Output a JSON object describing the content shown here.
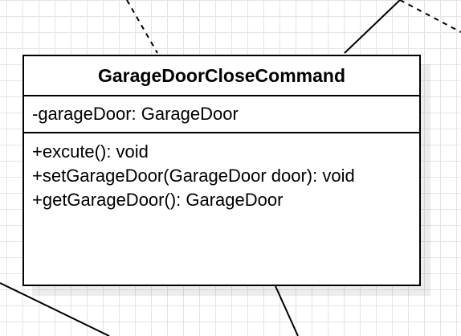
{
  "diagram": {
    "class": {
      "name": "GarageDoorCloseCommand",
      "attributes": [
        "-garageDoor: GarageDoor"
      ],
      "methods": [
        "+excute(): void",
        "+setGarageDoor(GarageDoor door): void",
        "+getGarageDoor(): GarageDoor"
      ]
    },
    "connectors": [
      {
        "style": "dashed"
      },
      {
        "style": "solid"
      },
      {
        "style": "dashed"
      },
      {
        "style": "solid"
      },
      {
        "style": "solid"
      }
    ]
  }
}
